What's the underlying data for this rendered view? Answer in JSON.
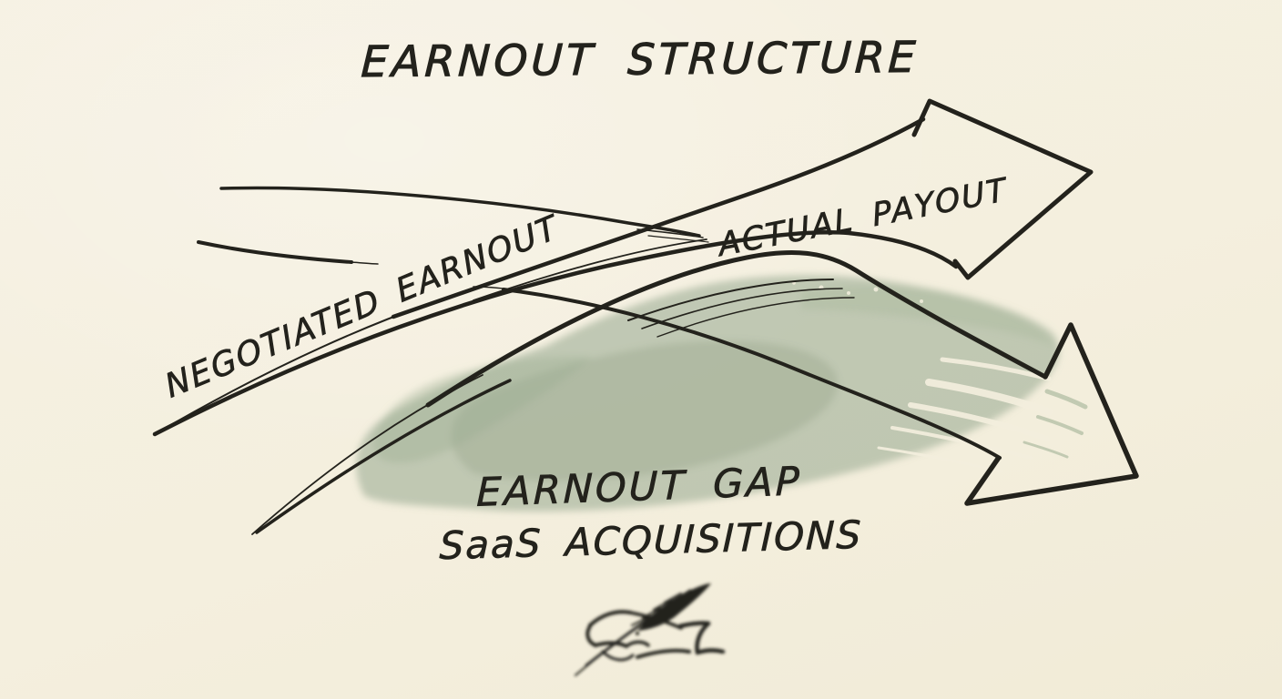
{
  "title": "EARNOUT STRUCTURE",
  "labels": {
    "negotiated_earnout": "NEGOTIATED EARNOUT",
    "actual_payout": "ACTUAL PAYOUT"
  },
  "caption": {
    "line1": "EARNOUT GAP",
    "line2": "SaaS ACQUISITIONS"
  },
  "arrows": [
    {
      "name": "rising-arrow",
      "style": "outlined sketch arrow, points up-right"
    },
    {
      "name": "falling-arrow",
      "style": "curved sketch arrow, points down-right"
    }
  ],
  "icons": [
    {
      "name": "quill-hand-icon"
    }
  ],
  "palette": {
    "paper": "#f4efde",
    "ink": "#23221c",
    "wash_green": "#8fa38a",
    "wash_green_dark": "#87997d",
    "wash_green_light": "#b7c2a8"
  }
}
